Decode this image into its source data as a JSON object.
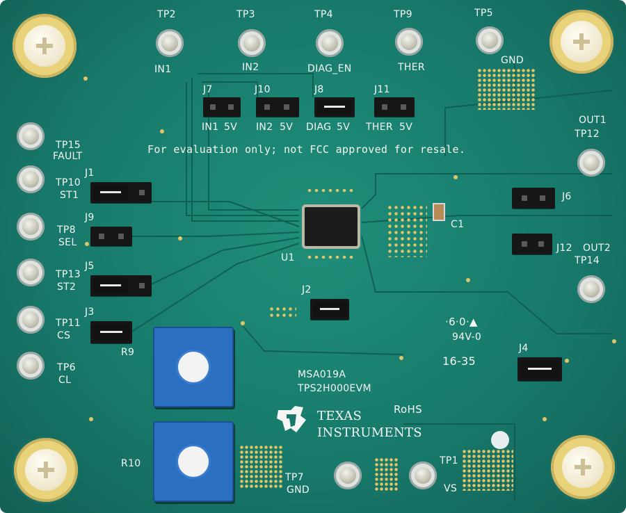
{
  "board": {
    "fcc_notice": "For evaluation only; not FCC approved for resale.",
    "board_id": "MSA019A",
    "board_name": "TPS2H000EVM",
    "rohs": "RoHS",
    "logo_line1": "TEXAS",
    "logo_line2": "INSTRUMENTS",
    "date_code": "16-35",
    "ul_mark": "·6·0·▲",
    "flammability": "94V-0",
    "colors": {
      "pcb": "#17786a",
      "silkscreen": "#f4f6f4",
      "gold": "#e9d37a",
      "pot_blue": "#2a6fc0"
    }
  },
  "test_points": [
    {
      "id": "TP2",
      "label": "IN1"
    },
    {
      "id": "TP3",
      "label": "IN2"
    },
    {
      "id": "TP4",
      "label": "DIAG_EN"
    },
    {
      "id": "TP9",
      "label": "THER"
    },
    {
      "id": "TP5",
      "label": "GND"
    },
    {
      "id": "TP15",
      "label": "FAULT"
    },
    {
      "id": "TP10",
      "label": "ST1"
    },
    {
      "id": "TP8",
      "label": "SEL"
    },
    {
      "id": "TP13",
      "label": "ST2"
    },
    {
      "id": "TP11",
      "label": "CS"
    },
    {
      "id": "TP6",
      "label": "CL"
    },
    {
      "id": "TP12",
      "label": "OUT1"
    },
    {
      "id": "TP14",
      "label": "OUT2"
    },
    {
      "id": "TP7",
      "label": "GND"
    },
    {
      "id": "TP1",
      "label": "VS"
    }
  ],
  "jumpers": {
    "J7": "J7",
    "J10": "J10",
    "J8": "J8",
    "J11": "J11",
    "J7_labels": [
      "IN1",
      "5V"
    ],
    "J10_labels": [
      "IN2",
      "5V"
    ],
    "J8_labels": [
      "DIAG",
      "5V"
    ],
    "J11_labels": [
      "THER",
      "5V"
    ],
    "J1": "J1",
    "J9": "J9",
    "J5": "J5",
    "J3": "J3",
    "J2": "J2",
    "J4": "J4",
    "J6": "J6",
    "J12": "J12"
  },
  "components": {
    "U1": "U1",
    "C1": "C1",
    "R9": "R9",
    "R10": "R10"
  }
}
